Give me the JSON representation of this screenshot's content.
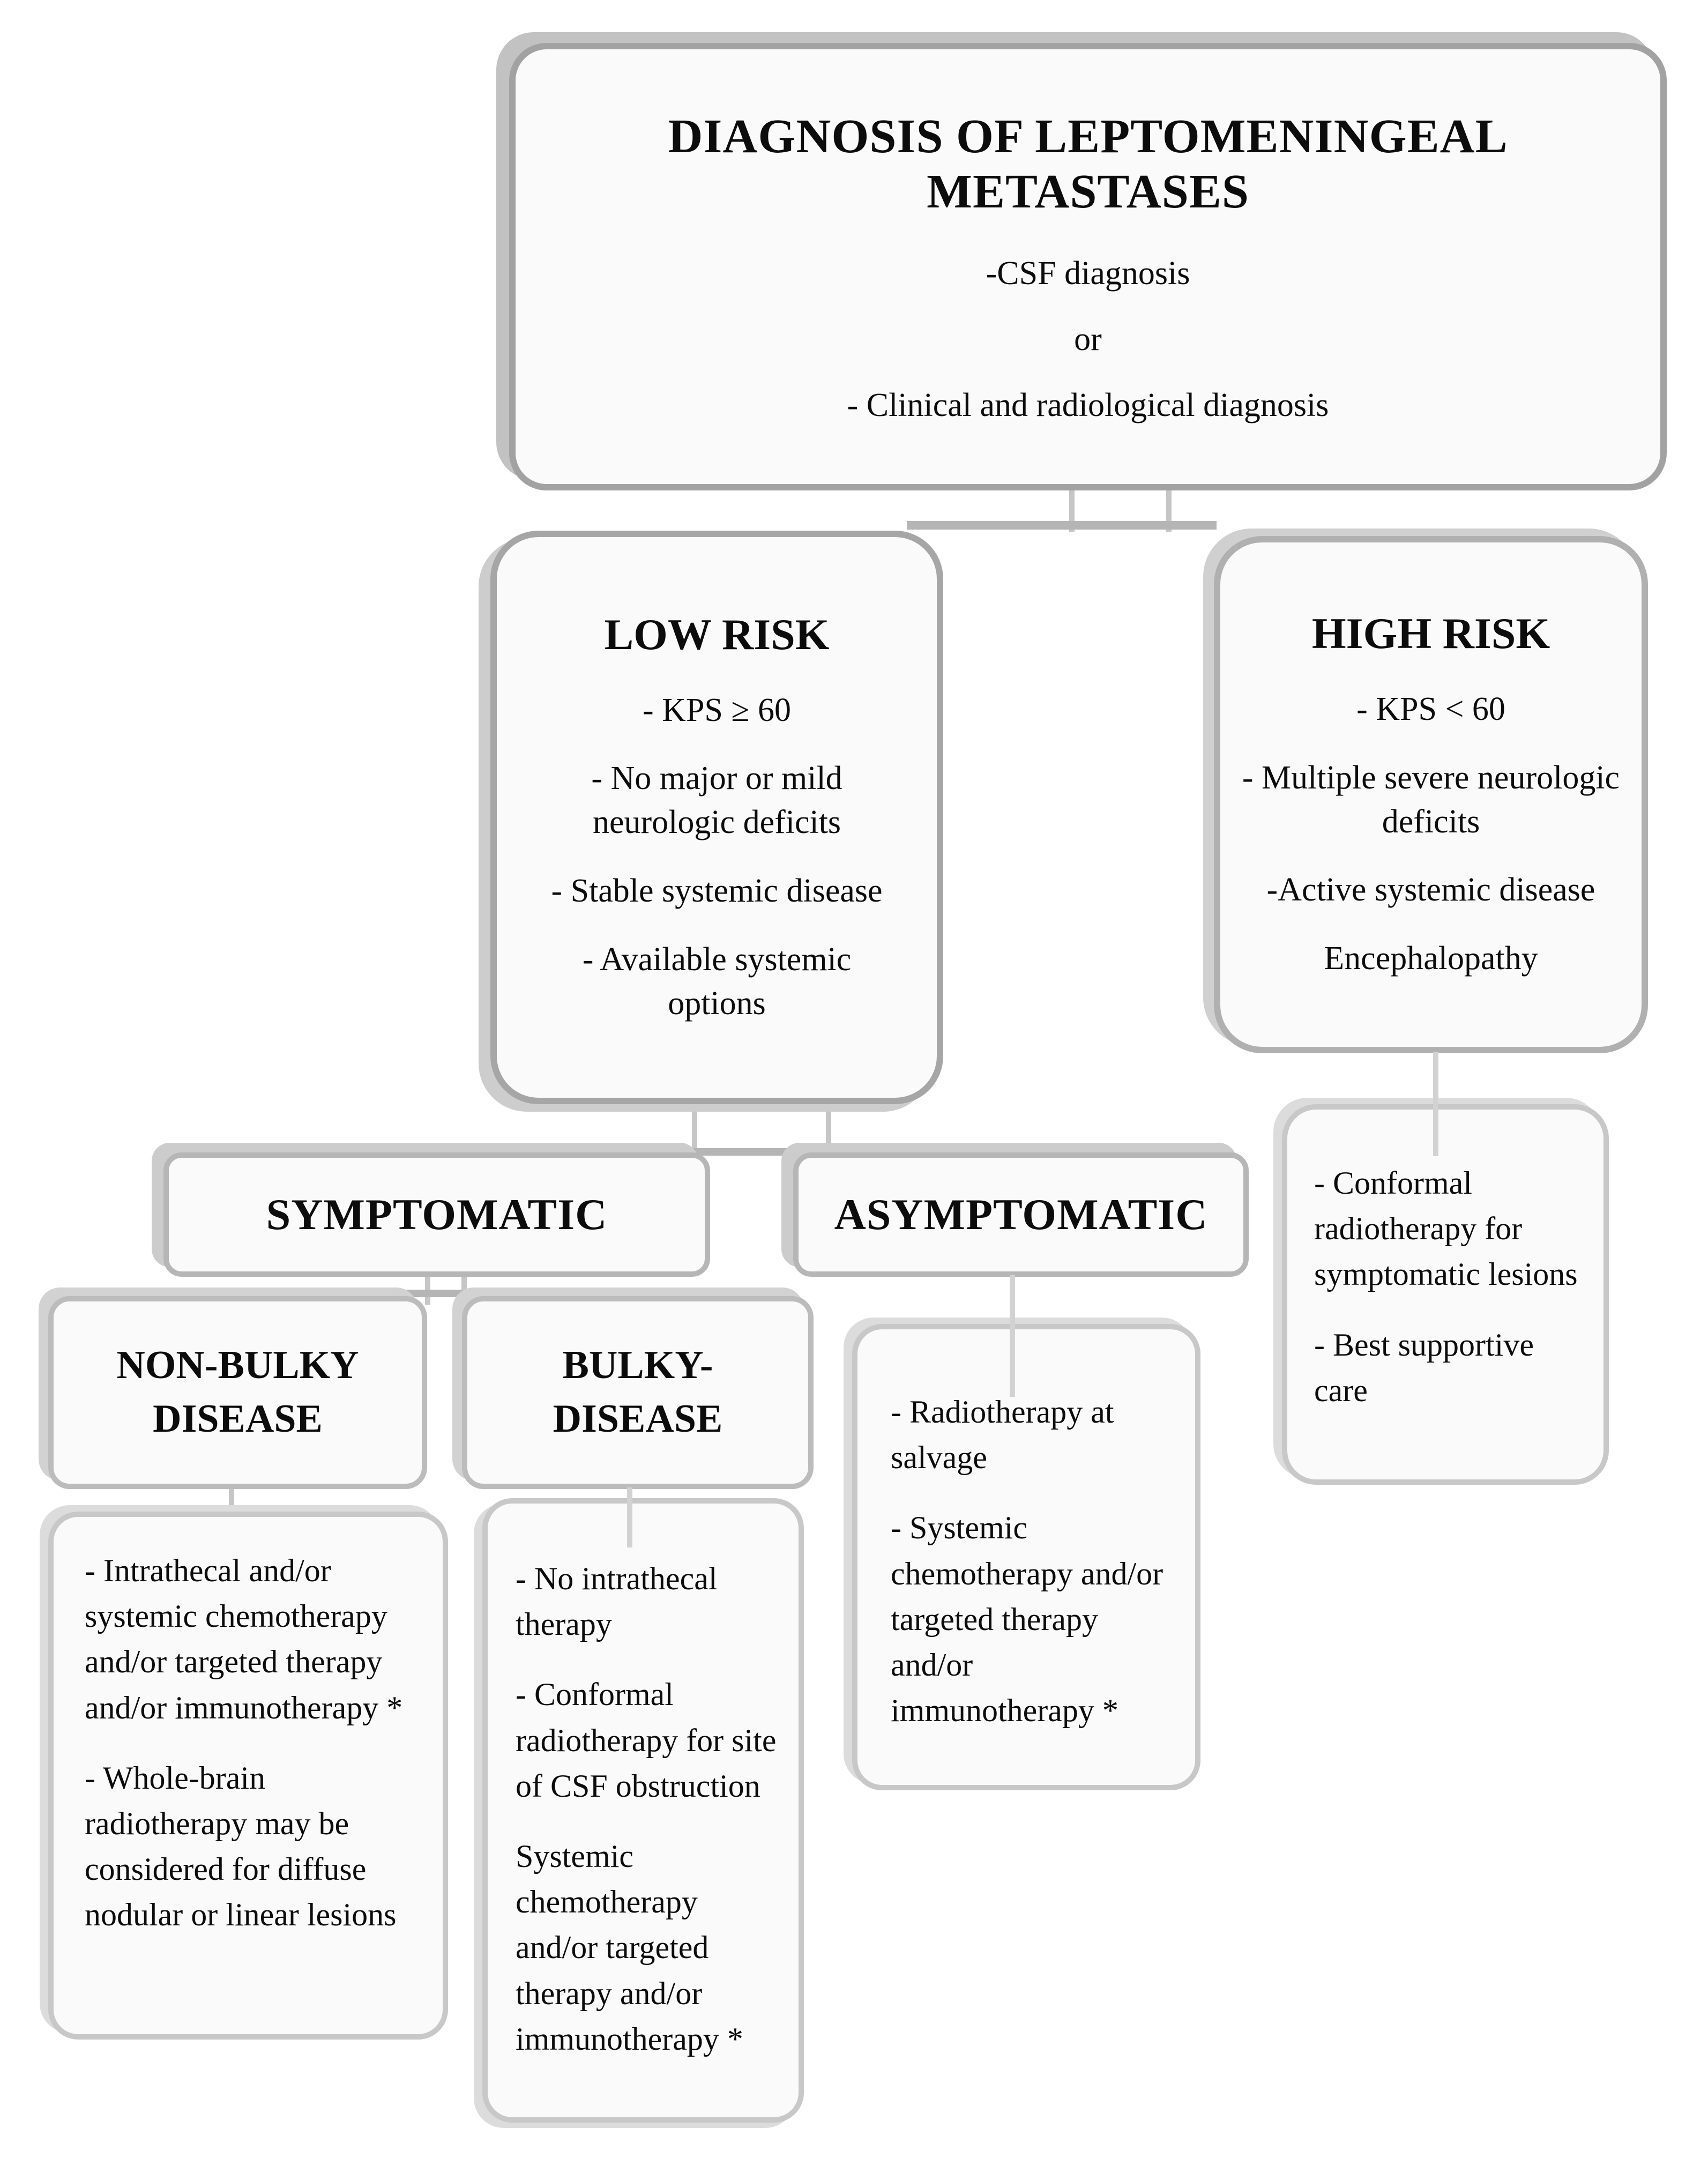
{
  "root": {
    "title": "DIAGNOSIS OF LEPTOMENINGEAL METASTASES",
    "lines": [
      "-CSF diagnosis",
      "or",
      "- Clinical and radiological diagnosis"
    ]
  },
  "low_risk": {
    "title": "LOW RISK",
    "items": [
      "- KPS ≥ 60",
      "- No major or mild neurologic deficits",
      "- Stable systemic disease",
      "- Available systemic options"
    ]
  },
  "high_risk": {
    "title": "HIGH RISK",
    "items": [
      "- KPS < 60",
      "- Multiple severe neurologic deficits",
      "-Active systemic disease",
      "Encephalopathy"
    ]
  },
  "symptomatic": {
    "title": "SYMPTOMATIC"
  },
  "asymptomatic": {
    "title": "ASYMPTOMATIC"
  },
  "high_risk_plan": {
    "items": [
      "- Conformal radiotherapy for symptomatic lesions",
      "- Best supportive care"
    ]
  },
  "non_bulky": {
    "title": "NON-BULKY\nDISEASE"
  },
  "bulky": {
    "title": "BULKY-\nDISEASE"
  },
  "non_bulky_plan": {
    "items": [
      "- Intrathecal and/or systemic chemotherapy and/or targeted therapy and/or immunotherapy  *",
      "- Whole-brain radiotherapy may be considered for diffuse nodular or linear lesions"
    ]
  },
  "bulky_plan": {
    "items": [
      "- No intrathecal therapy",
      "- Conformal radiotherapy for site of CSF obstruction",
      "Systemic chemotherapy and/or targeted therapy and/or immunotherapy *"
    ]
  },
  "asymptomatic_plan": {
    "items": [
      "- Radiotherapy at salvage",
      "- Systemic chemotherapy and/or targeted therapy and/or immunotherapy *"
    ]
  },
  "colors": {
    "box_fill": "#fafafa",
    "border_dark": "#a2a2a2",
    "border_light": "#c8c8c8",
    "shadow": "#cccccc",
    "connector": "#c6c6c6",
    "text": "#0c0c0c"
  }
}
